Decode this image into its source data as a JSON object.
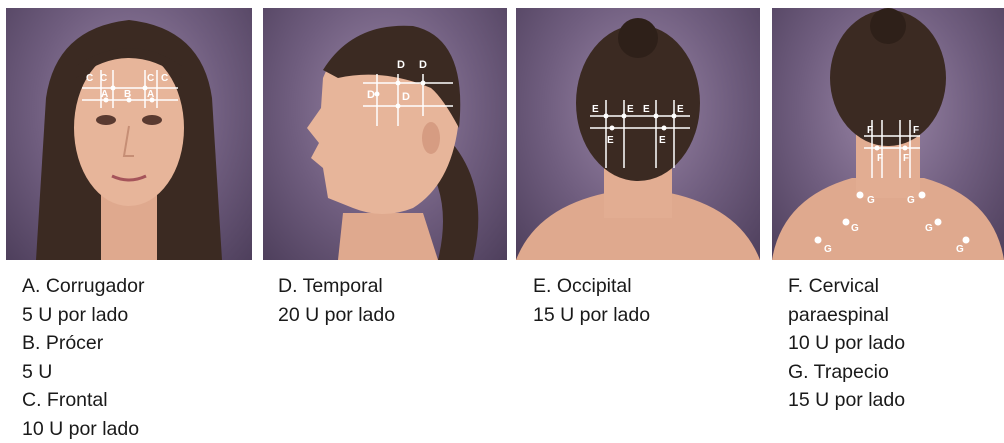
{
  "panels": [
    {
      "id": "frontal-view",
      "markers": [
        "C",
        "C",
        "C",
        "C",
        "A",
        "B",
        "A"
      ],
      "caption": [
        "A. Corrugador",
        "5 U por lado",
        "B. Prócer",
        "5 U",
        "C. Frontal",
        "10 U por lado"
      ]
    },
    {
      "id": "lateral-view",
      "markers": [
        "D",
        "D",
        "D",
        "D"
      ],
      "caption": [
        "D. Temporal",
        "20 U por lado"
      ]
    },
    {
      "id": "occipital-view",
      "markers": [
        "E",
        "E",
        "E",
        "E",
        "E",
        "E"
      ],
      "caption": [
        "E. Occipital",
        "15 U por lado"
      ]
    },
    {
      "id": "neck-view",
      "markers": [
        "F",
        "F",
        "F",
        "F",
        "G",
        "G",
        "G",
        "G",
        "G",
        "G"
      ],
      "caption": [
        "F. Cervical",
        "paraespinal",
        "10 U por lado",
        "G. Trapecio",
        "15 U por lado"
      ]
    }
  ],
  "colors": {
    "background": "#7a6888",
    "skin": "#e7b59a",
    "hair": "#3b2a22",
    "guide_lines": "#ffffff",
    "text": "#1a1a1a"
  }
}
